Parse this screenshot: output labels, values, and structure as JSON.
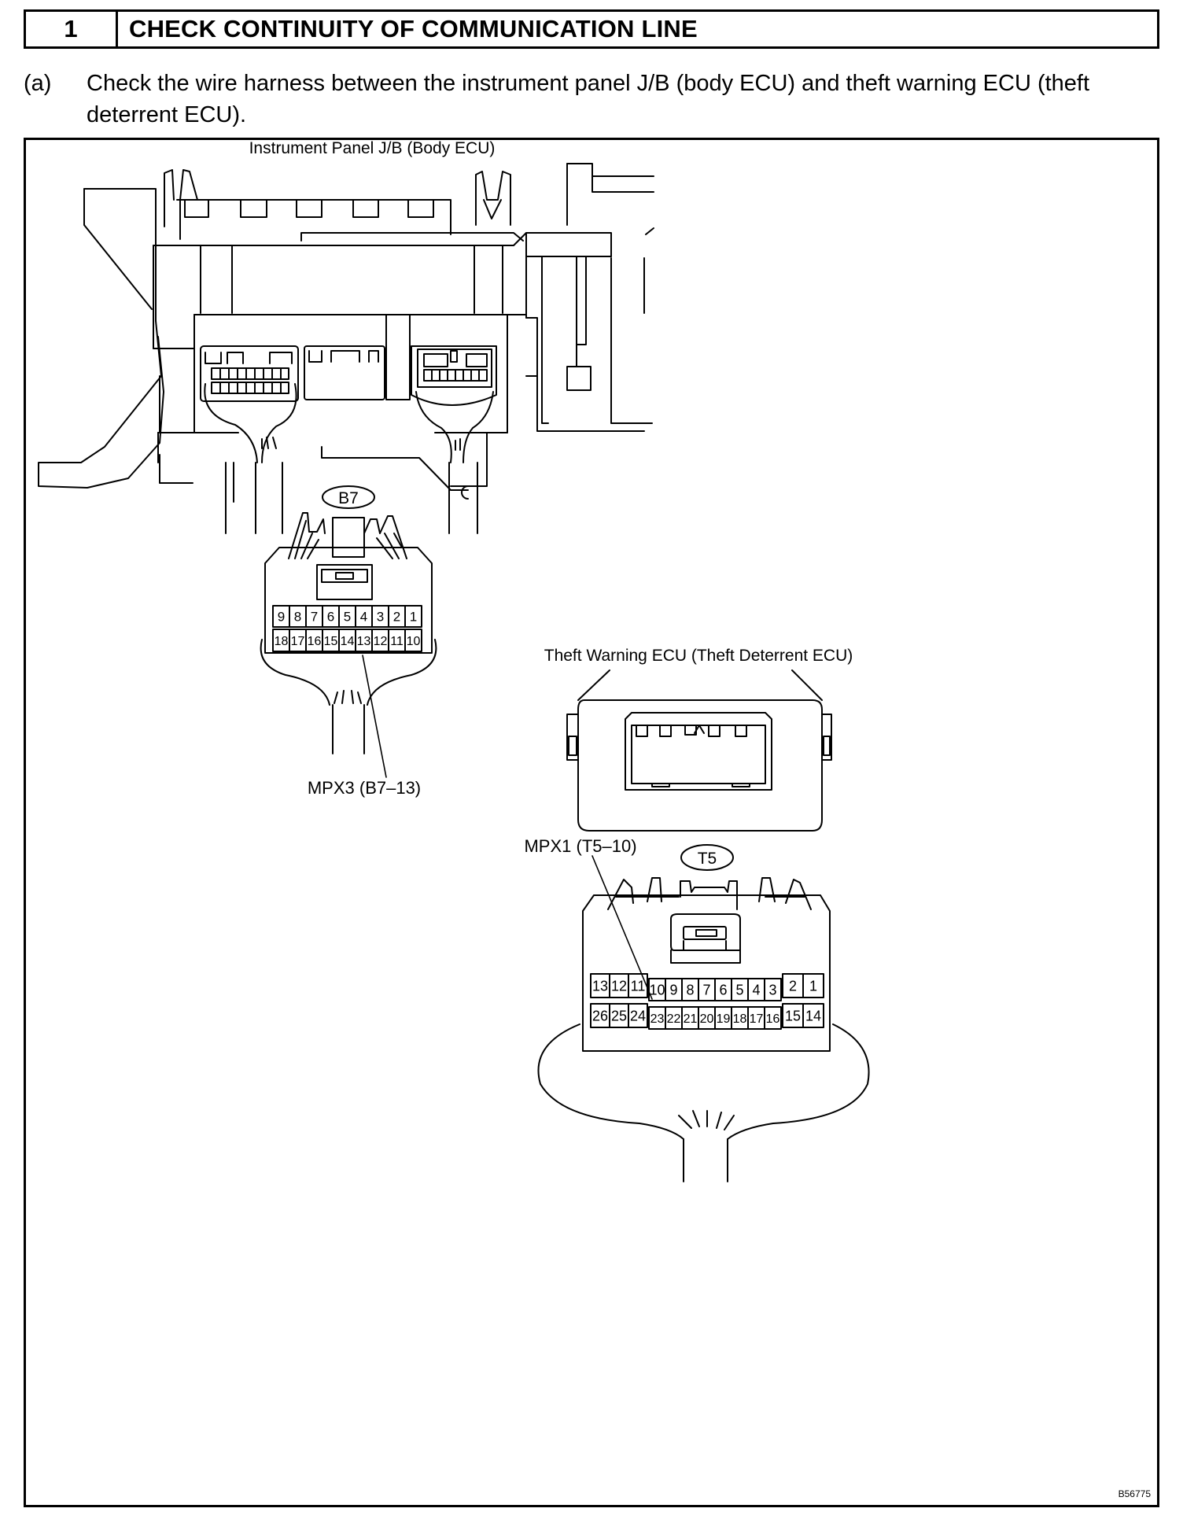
{
  "header": {
    "step_number": "1",
    "title": "CHECK CONTINUITY OF COMMUNICATION LINE"
  },
  "instruction": {
    "label": "(a)",
    "text": "Check the wire harness between the instrument panel J/B (body ECU) and theft warning ECU (theft deterrent ECU)."
  },
  "figure": {
    "jb_label": "Instrument Panel J/B (Body ECU)",
    "b7_tag": "B7",
    "b7_top_row": [
      "9",
      "8",
      "7",
      "6",
      "5",
      "4",
      "3",
      "2",
      "1"
    ],
    "b7_bottom_row": [
      "18",
      "17",
      "16",
      "15",
      "14",
      "13",
      "12",
      "11",
      "10"
    ],
    "b7_callout": "MPX3 (B7–13)",
    "ecu_label": "Theft Warning ECU (Theft Deterrent ECU)",
    "t5_callout": "MPX1 (T5–10)",
    "t5_tag": "T5",
    "t5_top_left": [
      "13",
      "12",
      "11"
    ],
    "t5_top_mid": [
      "10",
      "9",
      "8",
      "7",
      "6",
      "5",
      "4",
      "3"
    ],
    "t5_top_right": [
      "2",
      "1"
    ],
    "t5_bottom_left": [
      "26",
      "25",
      "24"
    ],
    "t5_bottom_mid": [
      "23",
      "22",
      "21",
      "20",
      "19",
      "18",
      "17",
      "16"
    ],
    "t5_bottom_right": [
      "15",
      "14"
    ],
    "figure_code": "B56775"
  }
}
